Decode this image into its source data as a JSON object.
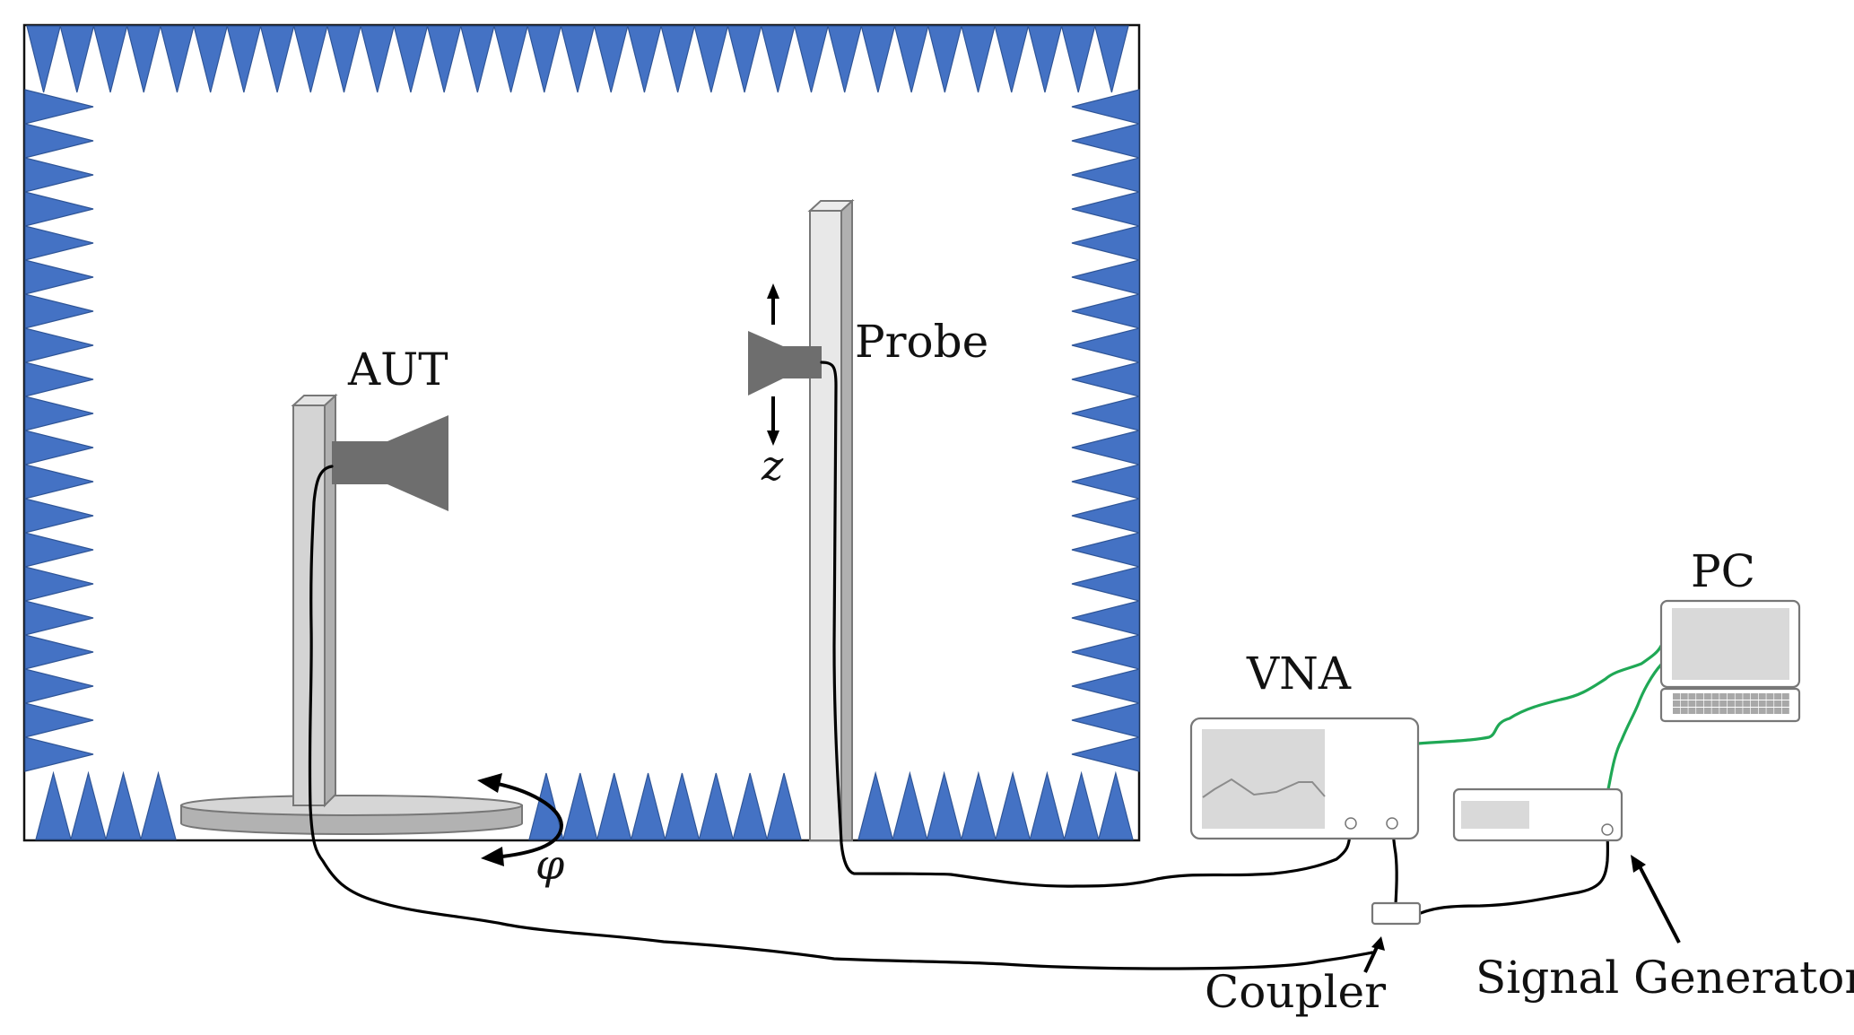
{
  "diagram": {
    "title": "Antenna measurement setup in anechoic chamber",
    "labels": {
      "aut": "AUT",
      "probe": "Probe",
      "z_axis": "z",
      "phi_rotation": "φ",
      "vna": "VNA",
      "pc": "PC",
      "coupler": "Coupler",
      "signal_generator": "Signal Generator"
    },
    "colors": {
      "absorber": "#4472c4",
      "absorber_edge": "#2f5597",
      "data_cable": "#1fa855",
      "rf_cable": "#000000",
      "equipment_outline": "#777777",
      "screen_fill": "#d9d9d9",
      "horn_fill": "#6e6e6e"
    },
    "components": [
      {
        "id": "anechoic-chamber",
        "type": "chamber"
      },
      {
        "id": "aut-horn",
        "type": "horn-antenna",
        "label_key": "aut"
      },
      {
        "id": "probe-horn",
        "type": "horn-antenna",
        "label_key": "probe"
      },
      {
        "id": "turntable",
        "type": "rotary-positioner",
        "motion": "phi"
      },
      {
        "id": "probe-tower",
        "type": "linear-positioner",
        "motion": "z"
      },
      {
        "id": "vna",
        "type": "instrument",
        "label_key": "vna",
        "ports": 2
      },
      {
        "id": "signal-generator",
        "type": "instrument",
        "label_key": "signal_generator",
        "ports": 1
      },
      {
        "id": "coupler",
        "type": "rf-coupler",
        "label_key": "coupler"
      },
      {
        "id": "pc",
        "type": "computer",
        "label_key": "pc"
      }
    ],
    "connections": [
      {
        "from": "probe-horn",
        "to": "vna-port-1",
        "kind": "rf"
      },
      {
        "from": "aut-horn",
        "to": "coupler",
        "kind": "rf"
      },
      {
        "from": "coupler",
        "to": "vna-port-2",
        "kind": "rf"
      },
      {
        "from": "coupler",
        "to": "signal-generator",
        "kind": "rf"
      },
      {
        "from": "vna",
        "to": "pc",
        "kind": "data"
      },
      {
        "from": "signal-generator",
        "to": "pc",
        "kind": "data"
      }
    ]
  }
}
